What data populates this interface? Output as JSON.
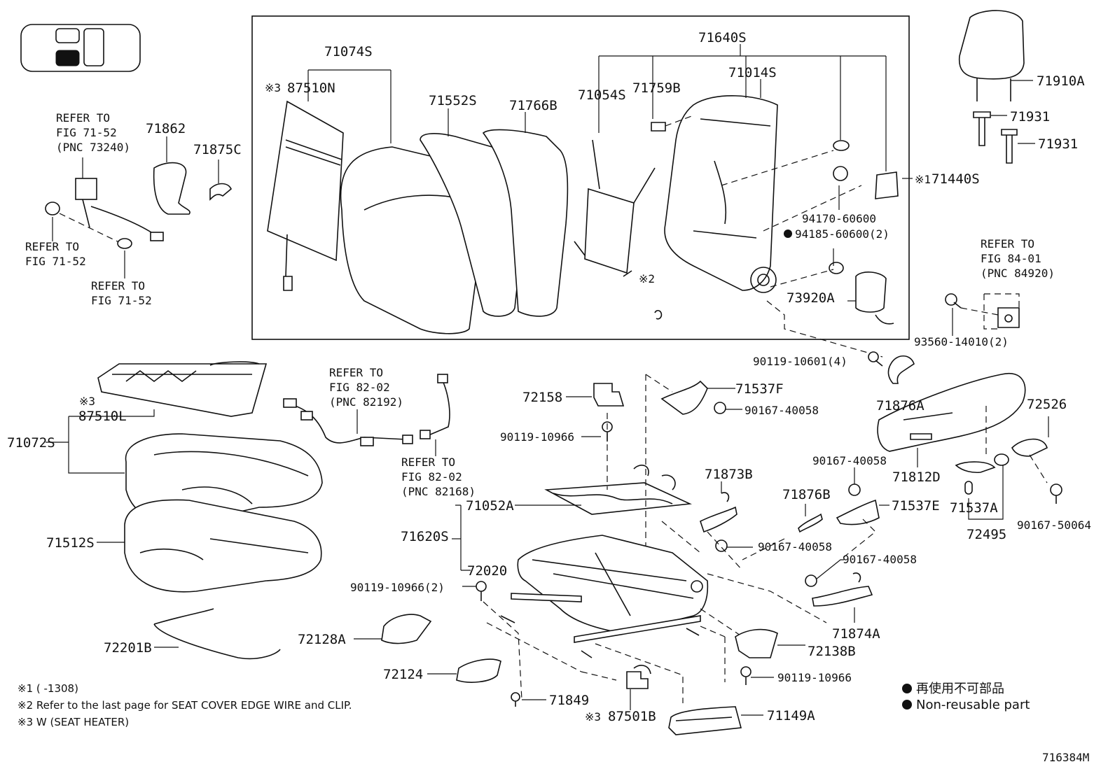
{
  "diagram_id": "716384M",
  "part_labels": {
    "p71640S": "71640S",
    "p71074S": "71074S",
    "p87510N": "87510N",
    "p71552S": "71552S",
    "p71766B": "71766B",
    "p71054S": "71054S",
    "p71759B": "71759B",
    "p71014S": "71014S",
    "p71862": "71862",
    "p71875C": "71875C",
    "p71910A": "71910A",
    "p71931a": "71931",
    "p71931b": "71931",
    "p71440S": "71440S",
    "p94170": "94170-60600",
    "p94185": "94185-60600(2)",
    "p73920A": "73920A",
    "p93560": "93560-14010(2)",
    "p90119_10601": "90119-10601(4)",
    "p71876A": "71876A",
    "p72526": "72526",
    "p71812D": "71812D",
    "p71537A": "71537A",
    "p72495": "72495",
    "p90167_50064": "90167-50064",
    "p87510L": "87510L",
    "p71072S": "71072S",
    "p71512S": "71512S",
    "p72201B": "72201B",
    "p72158": "72158",
    "p90119_10966a": "90119-10966",
    "p71537F": "71537F",
    "p90167_40058a": "90167-40058",
    "p71052A": "71052A",
    "p71620S": "71620S",
    "p72020": "72020",
    "p90119_10966b": "90119-10966(2)",
    "p71873B": "71873B",
    "p90167_40058b": "90167-40058",
    "p90167_40058c": "90167-40058",
    "p71876B": "71876B",
    "p71537E": "71537E",
    "p90167_40058d": "90167-40058",
    "p71874A": "71874A",
    "p72128A": "72128A",
    "p72124": "72124",
    "p71849": "71849",
    "p87501B": "87501B",
    "p72138B": "72138B",
    "p90119_10966c": "90119-10966",
    "p71149A": "71149A"
  },
  "note_marks": {
    "m1": "※1",
    "m2": "※2",
    "m3a": "※3",
    "m3b": "※3",
    "m3c": "※3"
  },
  "refer_to": {
    "r1_l1": "REFER TO",
    "r1_l2": "FIG 71-52",
    "r1_l3": "(PNC 73240)",
    "r2_l1": "REFER TO",
    "r2_l2": "FIG 71-52",
    "r3_l1": "REFER TO",
    "r3_l2": "FIG 71-52",
    "r4_l1": "REFER TO",
    "r4_l2": "FIG 82-02",
    "r4_l3": "(PNC 82192)",
    "r5_l1": "REFER TO",
    "r5_l2": "FIG 82-02",
    "r5_l3": "(PNC 82168)",
    "r6_l1": "REFER TO",
    "r6_l2": "FIG 84-01",
    "r6_l3": "(PNC 84920)"
  },
  "footnotes": {
    "f1": "※1 (      -1308)",
    "f2": "※2 Refer to the last page for SEAT COVER EDGE WIRE and CLIP.",
    "f3": "※3 W (SEAT HEATER)"
  },
  "legend": {
    "l1": "再使用不可部品",
    "l2": "Non-reusable part"
  }
}
